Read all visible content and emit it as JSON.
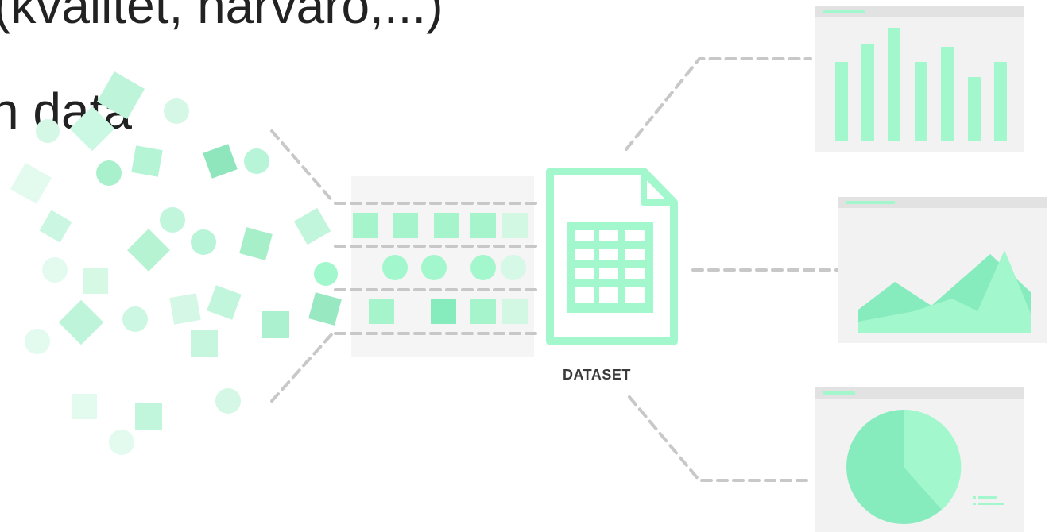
{
  "text": {
    "line1": "(kvalitet, härvaro,...)",
    "line2": "n data"
  },
  "diagram": {
    "dataset_label": "DATASET"
  },
  "colors": {
    "mint": "#a3f7cd",
    "mint_dark": "#86ebbd",
    "mint_pale": "#d8fbe9",
    "panel_gray": "#f2f2f2",
    "panel_bar": "#e2e2e2",
    "dashed_line": "#c8c8c8",
    "text": "#222222"
  },
  "icons": [
    "dataset-document-icon",
    "bar-chart-icon",
    "area-chart-icon",
    "pie-chart-icon",
    "legend-lines-icon"
  ]
}
